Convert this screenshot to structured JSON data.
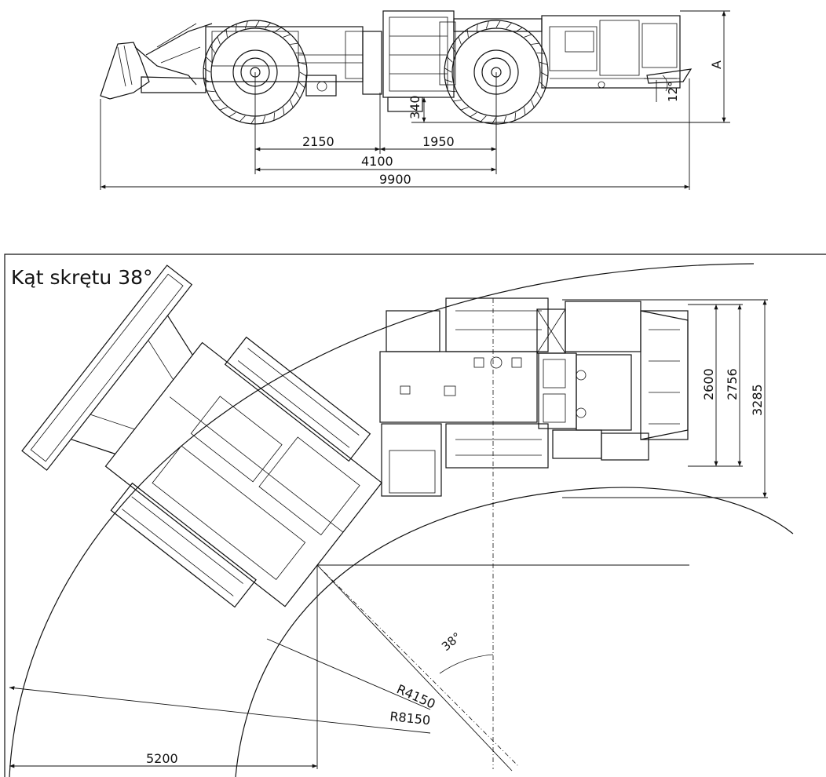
{
  "side_view": {
    "dimensions": {
      "front_to_center": "2150",
      "center_to_rear": "1950",
      "wheelbase": "4100",
      "overall_length": "9900",
      "ground_clearance": "340",
      "height_label": "A",
      "angle": "12°"
    }
  },
  "top_view": {
    "title": "Kąt skrętu 38°",
    "dimensions": {
      "width_inner": "2600",
      "width_mid": "2756",
      "width_outer": "3285",
      "offset": "5200",
      "radius_inner": "R4150",
      "radius_outer": "R8150",
      "turn_angle": "38°"
    }
  }
}
